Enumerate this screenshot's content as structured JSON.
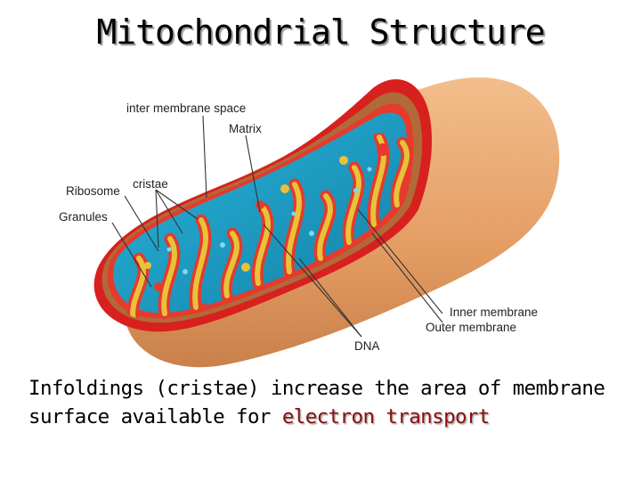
{
  "title": "Mitochondrial Structure",
  "labels": {
    "inter_membrane_space": "inter membrane space",
    "matrix": "Matrix",
    "cristae": "cristae",
    "ribosome": "Ribosome",
    "granules": "Granules",
    "inner_membrane": "Inner membrane",
    "outer_membrane": "Outer membrane",
    "dna": "DNA"
  },
  "caption": {
    "line1": "Infoldings (cristae) increase the area of membrane",
    "line2_prefix": "surface available for ",
    "highlight": "electron transport"
  },
  "colors": {
    "outer_shell": "#e8a872",
    "outer_shell_dark": "#c47a45",
    "membrane_red": "#d8201e",
    "matrix_blue": "#1ea3c9",
    "cristae_yellow": "#e8c23a",
    "highlight_text": "#8b0f0f"
  }
}
